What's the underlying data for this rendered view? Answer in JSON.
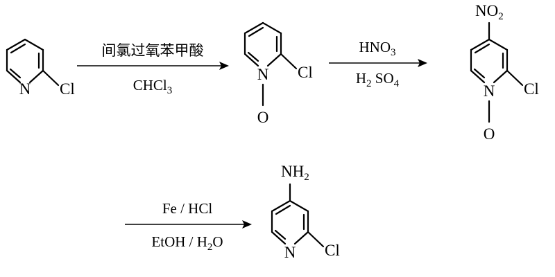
{
  "scheme": {
    "compound_1": {
      "n": "N",
      "cl": "Cl"
    },
    "step_1": {
      "reagent_top": "间氯过氧苯甲酸",
      "solvent_main": "CHCl",
      "solvent_sub": "3"
    },
    "compound_2": {
      "n": "N",
      "cl": "Cl",
      "o": "O"
    },
    "step_2": {
      "acid_top_main": "HNO",
      "acid_top_sub": "3",
      "acid_bottom_h": "H",
      "acid_bottom_sub1": "2",
      "acid_bottom_rest": " SO",
      "acid_bottom_sub2": "4"
    },
    "compound_3": {
      "nitro_main": "NO",
      "nitro_sub": "2",
      "n": "N",
      "cl": "Cl",
      "o": "O"
    },
    "step_3": {
      "reagent_top": "Fe / HCl",
      "solvent_main": "EtOH / H",
      "solvent_sub": "2",
      "solvent_rest": "O"
    },
    "compound_4": {
      "amine_main": "NH",
      "amine_sub": "2",
      "n": "N",
      "cl": "Cl"
    }
  }
}
